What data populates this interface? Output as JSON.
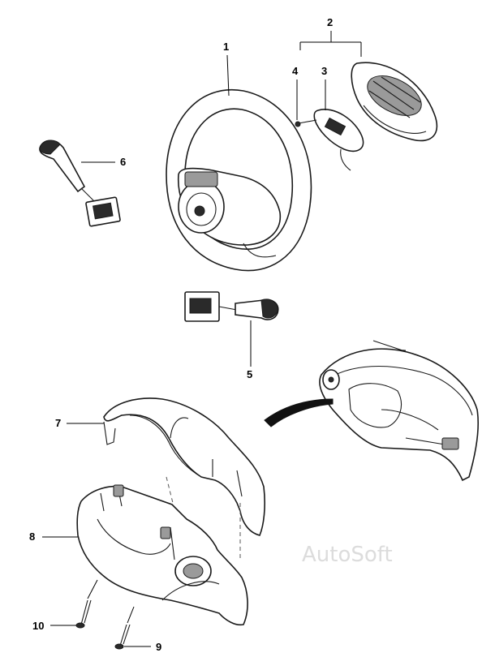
{
  "callouts": {
    "c1": "1",
    "c2": "2",
    "c3": "3",
    "c4": "4",
    "c5": "5",
    "c6": "6",
    "c7": "7",
    "c8": "8",
    "c9": "9",
    "c10": "10"
  },
  "watermark": "AutoSoft",
  "colors": {
    "ink": "#1a1a1a",
    "watermark": "#dcdcdc",
    "background": "#ffffff"
  }
}
